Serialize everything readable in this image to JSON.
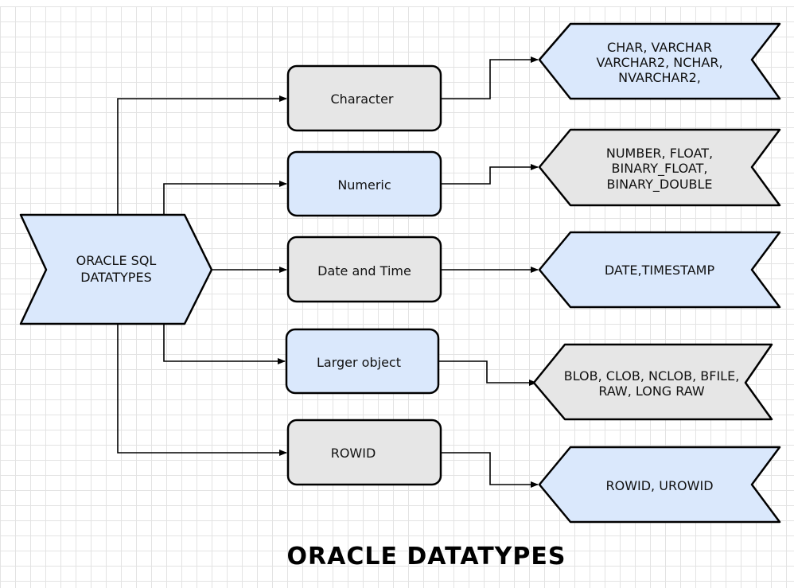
{
  "title": "ORACLE DATATYPES",
  "colors": {
    "blue_fill": "#dae8fc",
    "gray_fill": "#e6e6e6",
    "stroke": "#000000"
  },
  "root": {
    "line1": "ORACLE SQL",
    "line2": "DATATYPES"
  },
  "categories": [
    {
      "label": "Character",
      "fill": "gray"
    },
    {
      "label": "Numeric",
      "fill": "blue"
    },
    {
      "label": "Date and Time",
      "fill": "gray"
    },
    {
      "label": "Larger object",
      "fill": "blue"
    },
    {
      "label": "ROWID",
      "fill": "gray"
    }
  ],
  "types": [
    {
      "lines": [
        "CHAR, VARCHAR",
        "VARCHAR2, NCHAR,",
        "NVARCHAR2,"
      ],
      "fill": "blue"
    },
    {
      "lines": [
        "NUMBER, FLOAT,",
        "BINARY_FLOAT,",
        "BINARY_DOUBLE"
      ],
      "fill": "gray"
    },
    {
      "lines": [
        "DATE,TIMESTAMP"
      ],
      "fill": "blue"
    },
    {
      "lines": [
        "BLOB, CLOB, NCLOB, BFILE,",
        "RAW, LONG RAW"
      ],
      "fill": "gray"
    },
    {
      "lines": [
        "ROWID, UROWID"
      ],
      "fill": "blue"
    }
  ]
}
